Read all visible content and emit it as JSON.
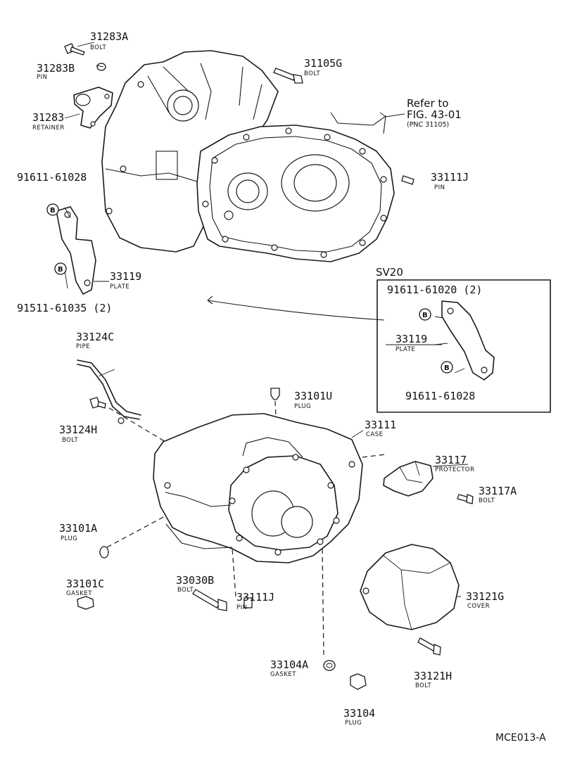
{
  "labels": {
    "p31283A": {
      "num": "31283A",
      "name": "BOLT"
    },
    "p31283B": {
      "num": "31283B",
      "name": "PIN"
    },
    "p31283": {
      "num": "31283",
      "name": "RETAINER"
    },
    "p31105G": {
      "num": "31105G",
      "name": "BOLT"
    },
    "p91611_61028_top": {
      "num": "91611-61028"
    },
    "p33111J_top": {
      "num": "33111J",
      "name": "PIN"
    },
    "p33119_top": {
      "num": "33119",
      "name": "PLATE"
    },
    "p91511_61035": {
      "num": "91511-61035 (2)"
    },
    "p33124C": {
      "num": "33124C",
      "name": "PIPE"
    },
    "p33124H": {
      "num": "33124H",
      "name": "BOLT"
    },
    "p33101U": {
      "num": "33101U",
      "name": "PLUG"
    },
    "p33111": {
      "num": "33111",
      "name": "CASE"
    },
    "p33117": {
      "num": "33117",
      "name": "PROTECTOR"
    },
    "p33117A": {
      "num": "33117A",
      "name": "BOLT"
    },
    "p33101A": {
      "num": "33101A",
      "name": "PLUG"
    },
    "p33101C": {
      "num": "33101C",
      "name": "GASKET"
    },
    "p33030B": {
      "num": "33030B",
      "name": "BOLT"
    },
    "p33111J_bottom": {
      "num": "33111J",
      "name": "PIN"
    },
    "p33121G": {
      "num": "33121G",
      "name": "COVER"
    },
    "p33121H": {
      "num": "33121H",
      "name": "BOLT"
    },
    "p33104A": {
      "num": "33104A",
      "name": "GASKET"
    },
    "p33104": {
      "num": "33104",
      "name": "PLUG"
    }
  },
  "reference": {
    "line1": "Refer to",
    "line2": "FIG. 43-01",
    "line3": "(PNC 31105)"
  },
  "inset": {
    "title": "SV20",
    "bolt_top": "91611-61020 (2)",
    "plate_num": "33119",
    "plate_name": "PLATE",
    "bolt_bottom": "91611-61028"
  },
  "marker_letter": "B",
  "diagram_code": "MCE013-A"
}
